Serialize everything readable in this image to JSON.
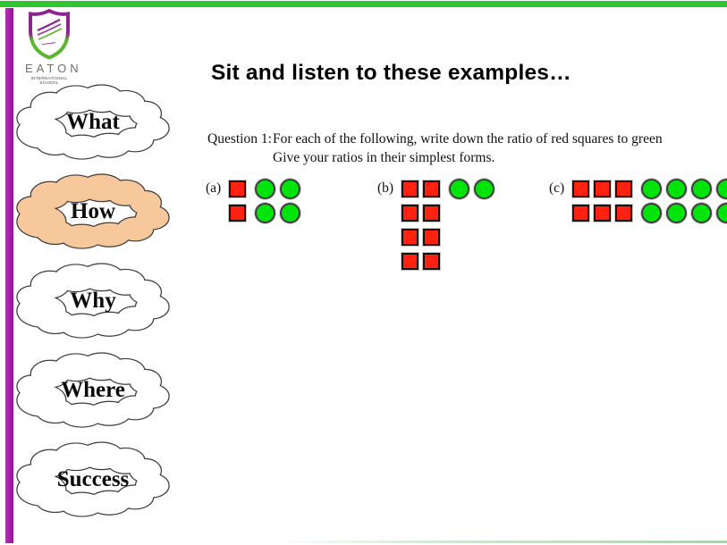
{
  "colors": {
    "top_border": "#2EC62E",
    "left_border": "#A521AD",
    "bottom_border": "#9EDC9E",
    "red_square": "#FF2210",
    "green_circle": "#00E40C",
    "how_cloud_fill": "#F6C89C",
    "cloud_fill": "#FFFFFF",
    "cloud_outline": "#3C3C3C"
  },
  "logo": {
    "name": "EATON",
    "subtitle": "INTERNATIONAL SCHOOL"
  },
  "sidebar": {
    "clouds": [
      {
        "label": "What",
        "fill": "#FFFFFF"
      },
      {
        "label": "How",
        "fill": "#F6C89C"
      },
      {
        "label": "Why",
        "fill": "#FFFFFF"
      },
      {
        "label": "Where",
        "fill": "#FFFFFF"
      },
      {
        "label": "Success",
        "fill": "#FFFFFF"
      }
    ]
  },
  "main": {
    "title": "Sit and listen to these examples…",
    "question": {
      "label": "Question 1:",
      "line1": "For each of the following, write down the ratio of red squares to green",
      "line2": "Give your ratios in their simplest forms."
    },
    "shape_legend": {
      "R": "red-square",
      "G": "green-circle"
    },
    "examples": [
      {
        "label": "(a)",
        "rows": [
          "RGG",
          "RGG"
        ]
      },
      {
        "label": "(b)",
        "rows": [
          "RRGG",
          "RR",
          "RR",
          "RR"
        ]
      },
      {
        "label": "(c)",
        "rows": [
          "RRRGGGG",
          "RRRGGGG"
        ],
        "clipped_right": true
      }
    ]
  }
}
